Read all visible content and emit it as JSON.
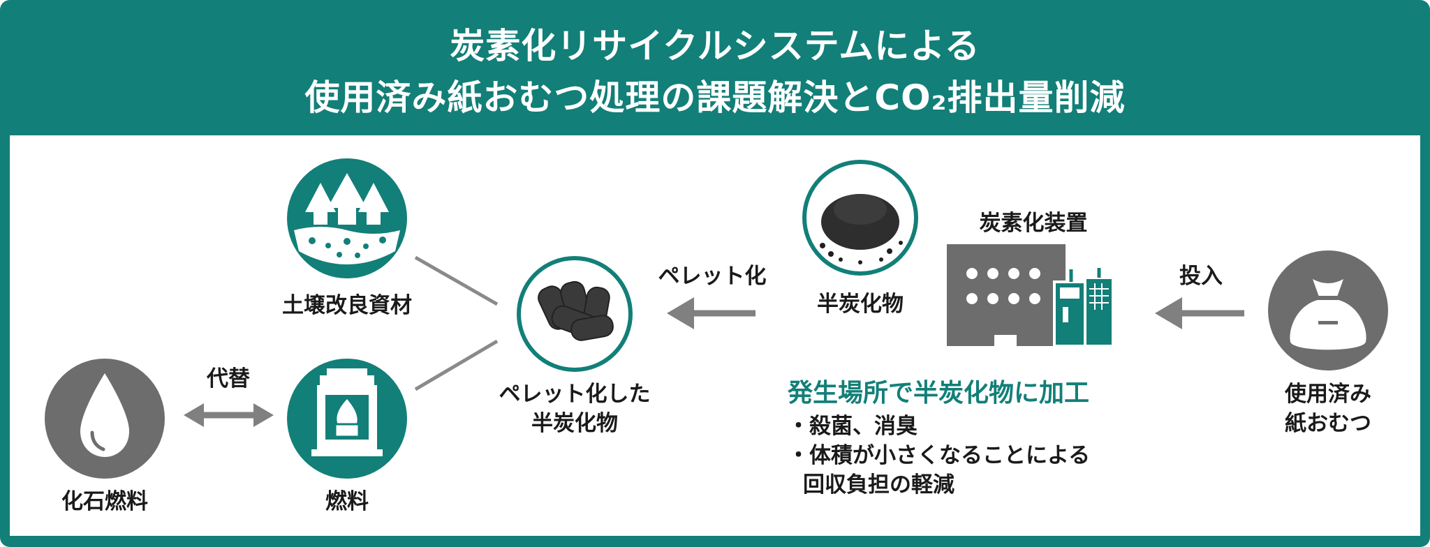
{
  "header": {
    "title_line1": "炭素化リサイクルシステムによる",
    "title_line2": "使用済み紙おむつ処理の課題解決とCO₂排出量削減"
  },
  "nodes": {
    "fossil_fuel": "化石燃料",
    "fuel": "燃料",
    "soil": "土壌改良資材",
    "pellet_line1": "ペレット化した",
    "pellet_line2": "半炭化物",
    "semi_carbide": "半炭化物",
    "device": "炭素化装置",
    "diaper_line1": "使用済み",
    "diaper_line2": "紙おむつ"
  },
  "arrows": {
    "substitute": "代替",
    "pelletize": "ペレット化",
    "input": "投入"
  },
  "process": {
    "heading": "発生場所で半炭化物に加工",
    "bullet1": "・殺菌、消臭",
    "bullet2_line1": "・体積が小さくなることによる",
    "bullet2_line2": "回収負担の軽減"
  },
  "colors": {
    "teal": "#127f78",
    "gray": "#6d6d6d",
    "arrow_gray": "#808080"
  }
}
